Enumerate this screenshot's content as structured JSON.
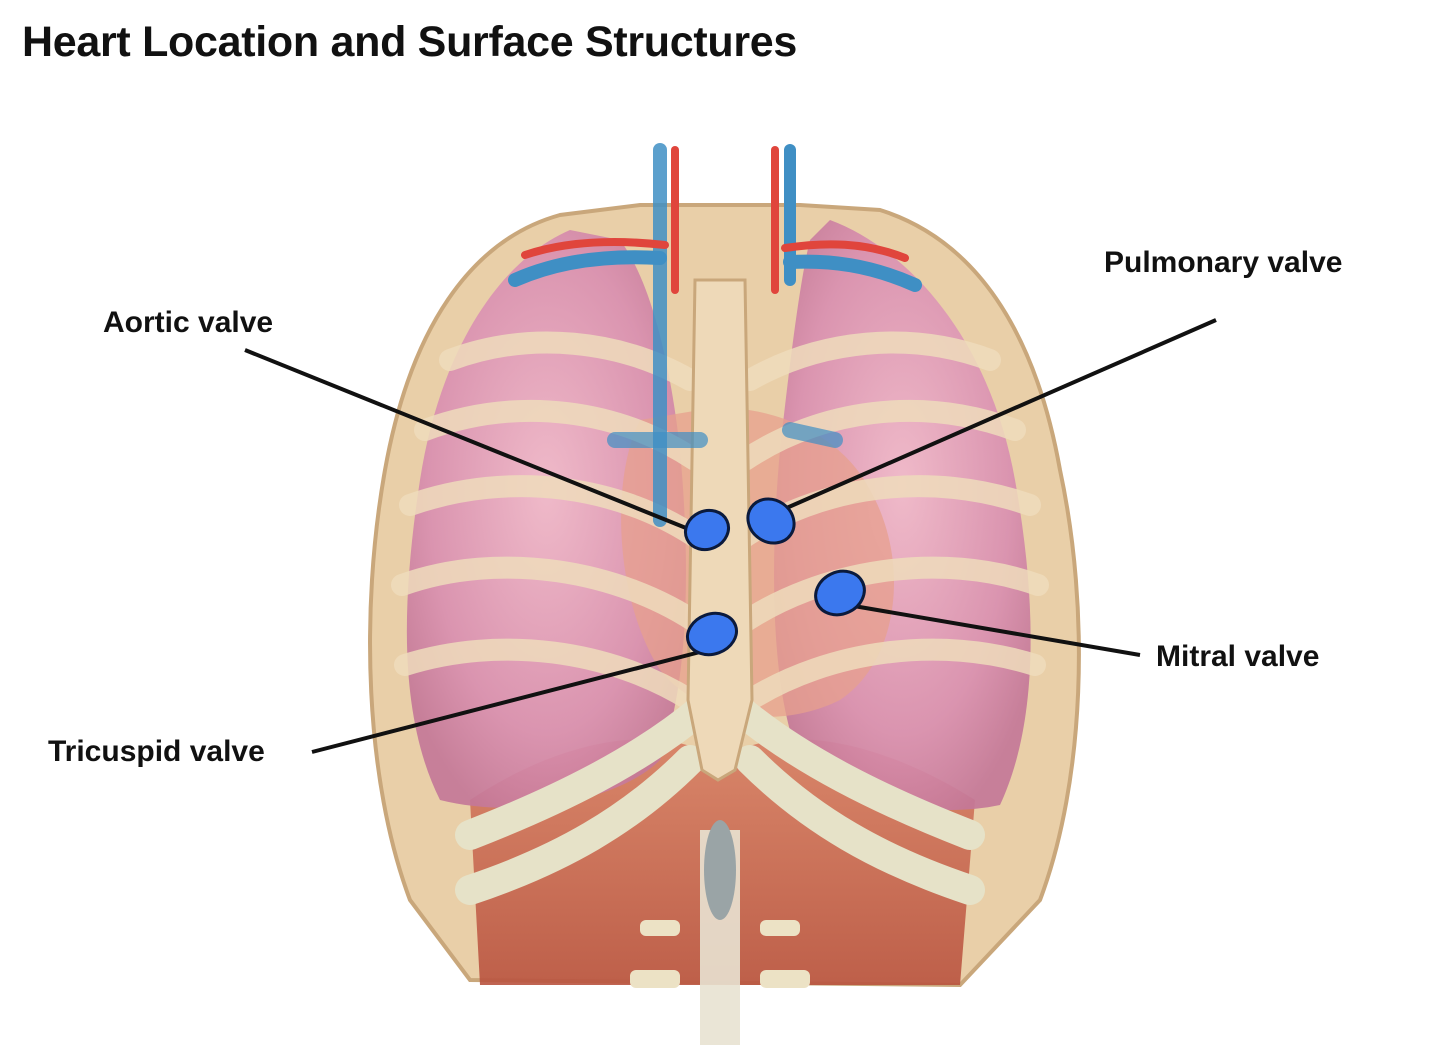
{
  "title": "Heart Location and Surface Structures",
  "labels": {
    "aortic": "Aortic valve",
    "pulmonary": "Pulmonary valve",
    "mitral": "Mitral valve",
    "tricuspid": "Tricuspid valve"
  },
  "colors": {
    "valve_marker": "#3b78ee",
    "lung": "#d98fb0",
    "rib": "#eed9b8",
    "muscle": "#c96a52",
    "vein": "#3f8fc4",
    "artery": "#e0453c",
    "leader_line": "#111111"
  }
}
